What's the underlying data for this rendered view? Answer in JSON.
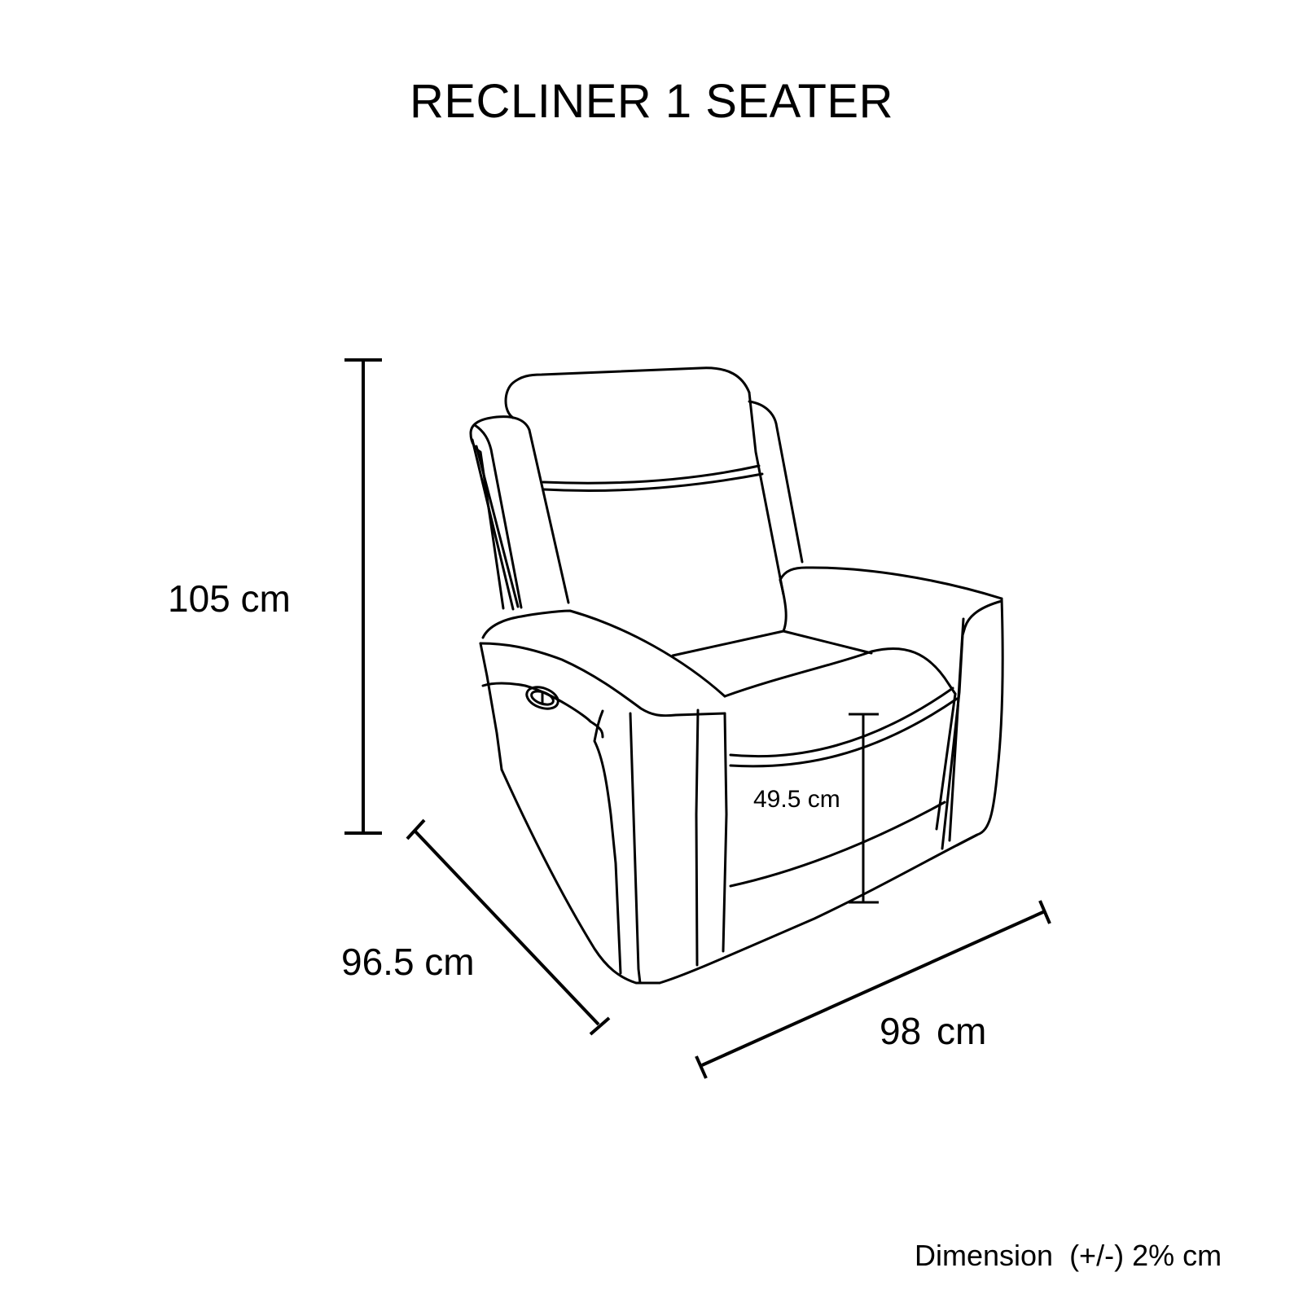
{
  "title": "RECLINER 1 SEATER",
  "product": {
    "name": "Recliner 1 Seater",
    "features": [
      "power-button-panel"
    ]
  },
  "dimensions": {
    "height": {
      "value": 105,
      "unit": "cm",
      "label": "105 cm"
    },
    "depth": {
      "value": 96.5,
      "unit": "cm",
      "label": "96.5 cm"
    },
    "width": {
      "value": 98,
      "unit": "cm",
      "label": "98 cm"
    },
    "seat_height": {
      "value": 49.5,
      "unit": "cm",
      "label": "49.5 cm"
    }
  },
  "footnote": "Dimension  (+/-) 2% cm",
  "colors": {
    "line": "#000000",
    "background": "#ffffff"
  }
}
